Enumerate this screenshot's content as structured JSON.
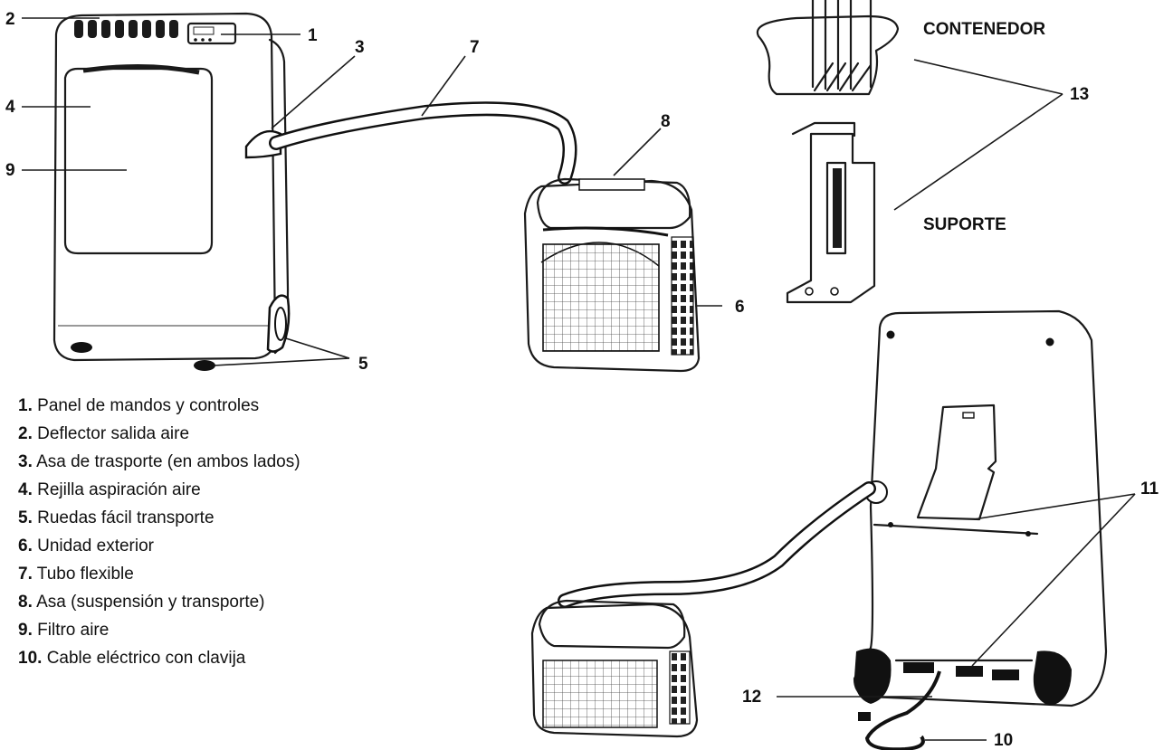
{
  "callouts": {
    "c1": "1",
    "c2": "2",
    "c3": "3",
    "c4": "4",
    "c5": "5",
    "c6": "6",
    "c7": "7",
    "c8": "8",
    "c9": "9",
    "c10": "10",
    "c11": "11",
    "c12": "12",
    "c13": "13"
  },
  "bracket_labels": {
    "container": "CONTENEDOR",
    "support": "SUPORTE"
  },
  "legend": [
    {
      "num": "1.",
      "text": "Panel de mandos y controles"
    },
    {
      "num": "2.",
      "text": "Deflector salida aire"
    },
    {
      "num": "3.",
      "text": "Asa de trasporte (en ambos lados)"
    },
    {
      "num": "4.",
      "text": "Rejilla aspiración aire"
    },
    {
      "num": "5.",
      "text": "Ruedas fácil transporte"
    },
    {
      "num": "6.",
      "text": "Unidad exterior"
    },
    {
      "num": "7.",
      "text": "Tubo flexible"
    },
    {
      "num": "8.",
      "text": "Asa (suspensión y transporte)"
    },
    {
      "num": "9.",
      "text": "Filtro aire"
    },
    {
      "num": "10.",
      "text": "Cable eléctrico con clavija"
    }
  ]
}
